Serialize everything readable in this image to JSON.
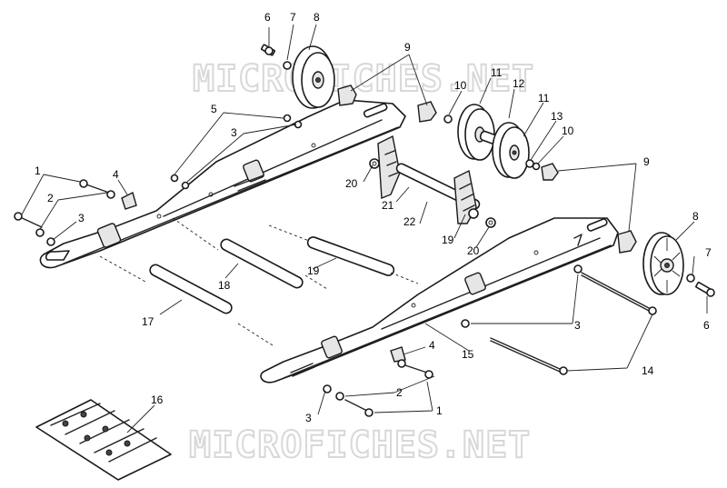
{
  "watermark": {
    "top_text": "MICROFICHES.NET",
    "bottom_text": "MICROFICHES.NET"
  },
  "callouts": {
    "c1a": "1",
    "c1b": "1",
    "c2a": "2",
    "c2b": "2",
    "c3a": "3",
    "c3b": "3",
    "c3c": "3",
    "c3d": "3",
    "c4a": "4",
    "c4b": "4",
    "c5": "5",
    "c6a": "6",
    "c6b": "6",
    "c7a": "7",
    "c7b": "7",
    "c8a": "8",
    "c8b": "8",
    "c9a": "9",
    "c9b": "9",
    "c10a": "10",
    "c10b": "10",
    "c11a": "11",
    "c11b": "11",
    "c12": "12",
    "c13": "13",
    "c14": "14",
    "c15": "15",
    "c16": "16",
    "c17": "17",
    "c18": "18",
    "c19a": "19",
    "c19b": "19",
    "c20a": "20",
    "c20b": "20",
    "c21": "21",
    "c22": "22"
  }
}
